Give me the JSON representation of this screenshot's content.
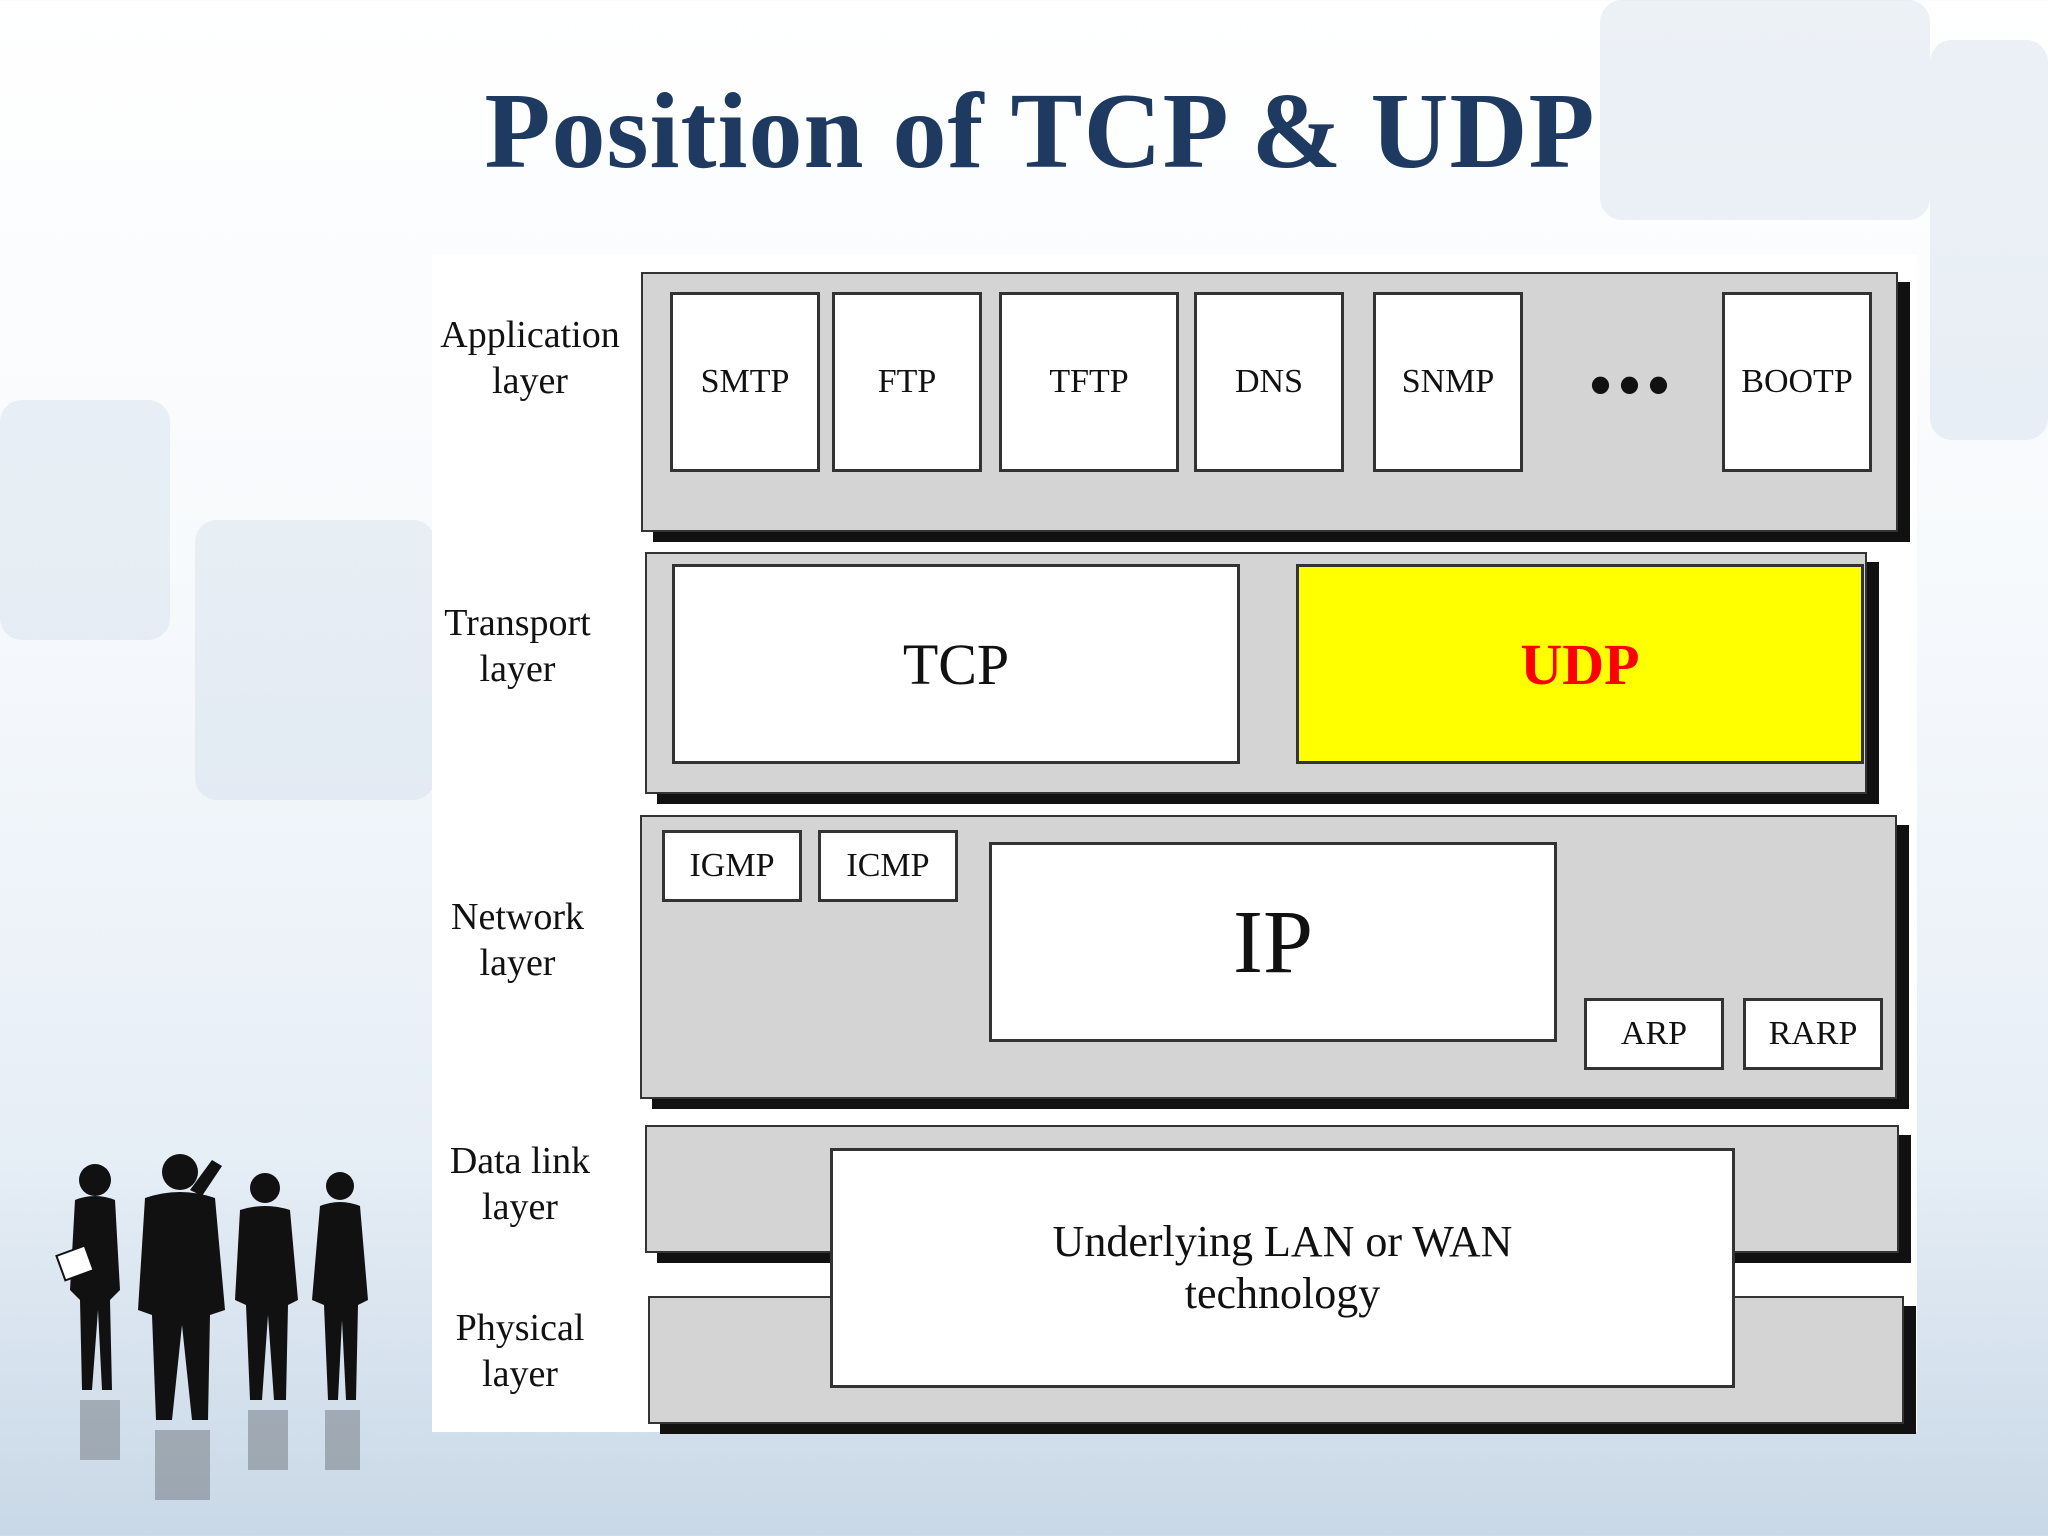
{
  "title": "Position of TCP & UDP",
  "labels": {
    "application": "Application\nlayer",
    "transport": "Transport\nlayer",
    "network": "Network\nlayer",
    "datalink": "Data link\nlayer",
    "physical": "Physical\nlayer"
  },
  "application_protocols": [
    "SMTP",
    "FTP",
    "TFTP",
    "DNS",
    "SNMP",
    "BOOTP"
  ],
  "ellipsis": "•••",
  "transport": {
    "tcp": "TCP",
    "udp": "UDP"
  },
  "network": {
    "igmp": "IGMP",
    "icmp": "ICMP",
    "ip": "IP",
    "arp": "ARP",
    "rarp": "RARP"
  },
  "underlying": "Underlying LAN or WAN\ntechnology",
  "colors": {
    "title": "#1f3a60",
    "udp_fill": "#ffff00",
    "udp_text": "#ff0000",
    "band": "#d4d4d4"
  }
}
